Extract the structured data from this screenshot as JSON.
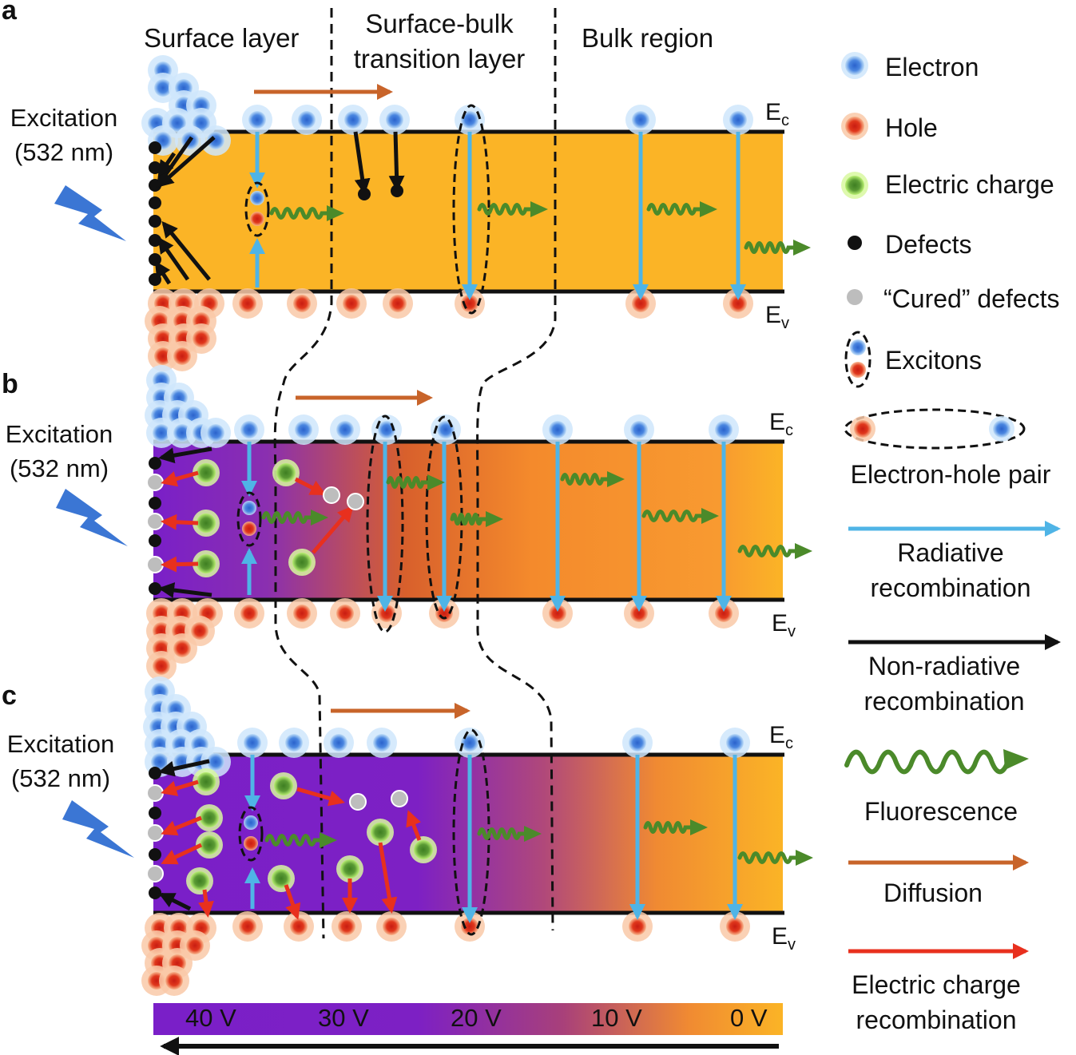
{
  "panels": {
    "a": {
      "letter": "a"
    },
    "b": {
      "letter": "b"
    },
    "c": {
      "letter": "c"
    }
  },
  "regions": {
    "surface": "Surface layer",
    "transition_line1": "Surface-bulk",
    "transition_line2": "transition layer",
    "bulk": "Bulk region"
  },
  "excitation": {
    "line1": "Excitation",
    "line2": "(532 nm)"
  },
  "bands": {
    "conduction_main": "E",
    "conduction_sub": "c",
    "valence_main": "E",
    "valence_sub": "v"
  },
  "legend": {
    "electron": "Electron",
    "hole": "Hole",
    "electric_charge": "Electric charge",
    "defects": "Defects",
    "cured_defects": "“Cured” defects",
    "excitons": "Excitons",
    "electron_hole_pair": "Electron-hole pair",
    "radiative_line1": "Radiative",
    "radiative_line2": "recombination",
    "nonradiative_line1": "Non-radiative",
    "nonradiative_line2": "recombination",
    "fluorescence": "Fluorescence",
    "diffusion": "Diffusion",
    "charge_recomb_line1": "Electric charge",
    "charge_recomb_line2": "recombination"
  },
  "voltage_scale": {
    "labels": [
      "40 V",
      "30 V",
      "20 V",
      "10 V",
      "0 V"
    ]
  },
  "colors": {
    "band_bulk": "#fbb426",
    "band_surface": "#7a1fc8",
    "electron": "#3a78d8",
    "hole": "#d8281c",
    "charge": "#4b8a2a",
    "radiative": "#4fb4e6",
    "diffusion": "#c8642a",
    "charge_recomb": "#e8301e",
    "fluorescence": "#4b8a2a"
  }
}
